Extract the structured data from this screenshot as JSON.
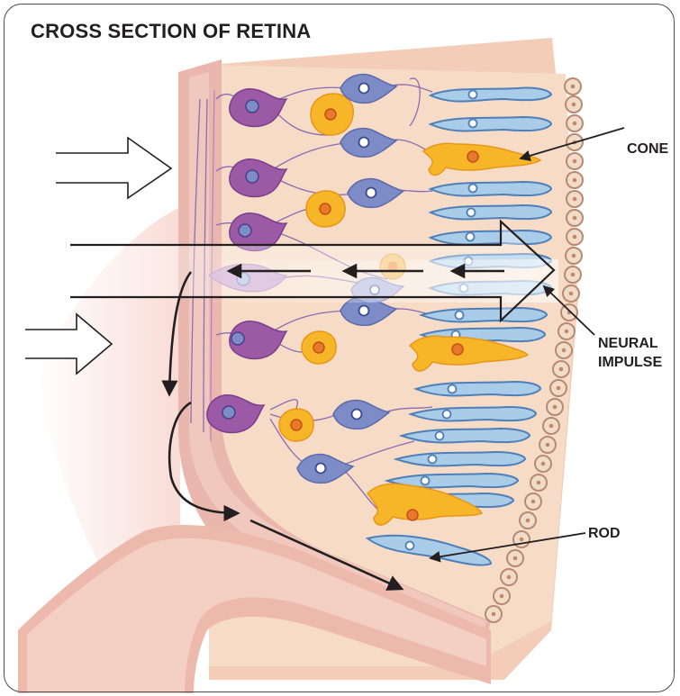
{
  "title": "CROSS SECTION OF RETINA",
  "labels": {
    "cone": "CONE",
    "neural_line1": "NEURAL",
    "neural_line2": "IMPULSE",
    "rod": "ROD"
  },
  "colors": {
    "tissue_base": "#f6d9c4",
    "tissue_back": "#f2c9b4",
    "inner_membrane": "#e8b3ad",
    "ganglion_cell": "#9b59a6",
    "bipolar_cell": "#7d8cc7",
    "horizontal_cell": "#f4b521",
    "rod_cell": "#a9cce8",
    "cone_cell": "#f6b628",
    "pigment_cell": "#e0b29a",
    "arrow": "#231f20"
  }
}
